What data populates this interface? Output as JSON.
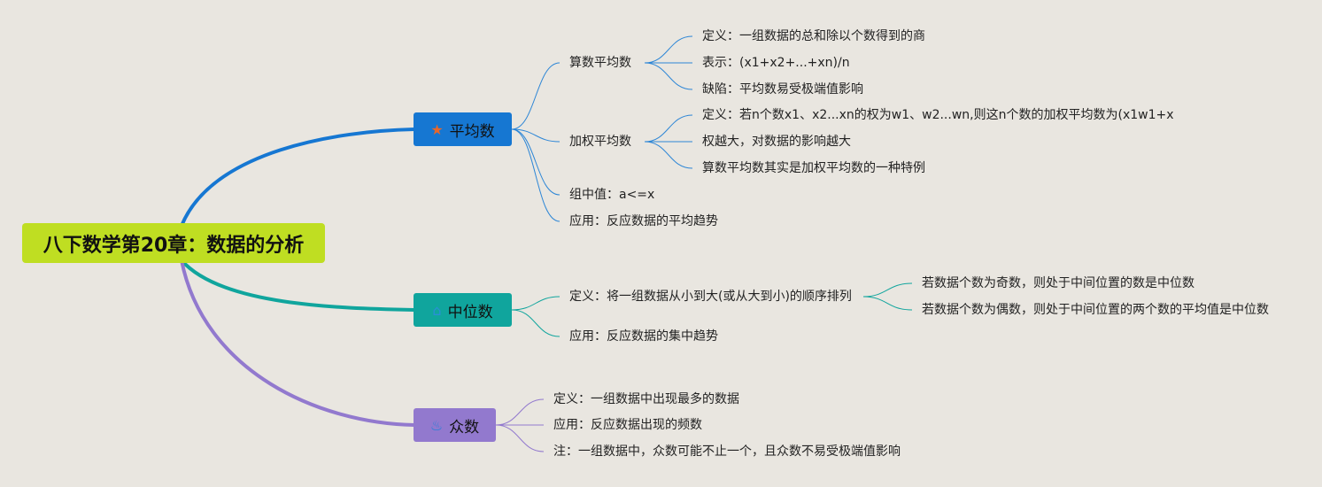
{
  "root": {
    "title": "八下数学第20章：数据的分析"
  },
  "colors": {
    "root": "#bfde22",
    "mean": "#1677d2",
    "median": "#10a59d",
    "mode": "#9279ce"
  },
  "branches": {
    "mean": {
      "label": "平均数",
      "icon": "star-icon",
      "arith": {
        "label": "算数平均数",
        "items": [
          "定义：一组数据的总和除以个数得到的商",
          "表示：(x1+x2+...+xn)/n",
          "缺陷：平均数易受极端值影响"
        ]
      },
      "weighted": {
        "label": "加权平均数",
        "items": [
          "定义：若n个数x1、x2...xn的权为w1、w2...wn,则这n个数的加权平均数为(x1w1+x",
          "权越大，对数据的影响越大",
          "算数平均数其实是加权平均数的一种特例"
        ]
      },
      "group_mid": "组中值：a<=x",
      "application": "应用：反应数据的平均趋势"
    },
    "median": {
      "label": "中位数",
      "icon": "house-icon",
      "definition": {
        "label": "定义：将一组数据从小到大(或从大到小)的顺序排列",
        "items": [
          "若数据个数为奇数，则处于中间位置的数是中位数",
          "若数据个数为偶数，则处于中间位置的两个数的平均值是中位数"
        ]
      },
      "application": "应用：反应数据的集中趋势"
    },
    "mode": {
      "label": "众数",
      "icon": "flame-icon",
      "items": [
        "定义：一组数据中出现最多的数据",
        "应用：反应数据出现的频数",
        "注：一组数据中，众数可能不止一个，且众数不易受极端值影响"
      ]
    }
  }
}
